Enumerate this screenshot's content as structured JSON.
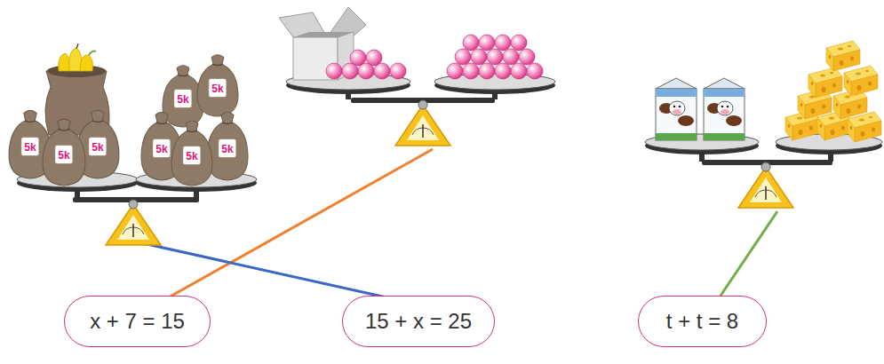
{
  "diagram": {
    "nodes": [
      {
        "text": [
          "5k"
        ]
      },
      {
        "text": [
          "5k"
        ]
      },
      {
        "text": [
          "5k"
        ]
      },
      {
        "text": [
          "5k"
        ]
      },
      {
        "text": [
          "5k"
        ]
      },
      {
        "text": [
          "5k"
        ]
      },
      {
        "text": [
          "5k"
        ]
      },
      {
        "text": [
          "5k"
        ]
      },
      {
        "text": [
          "x + 7 = 15"
        ]
      },
      {
        "text": [
          "15 + x = 25"
        ]
      },
      {
        "text": [
          "t + t = 8"
        ]
      }
    ]
  }
}
